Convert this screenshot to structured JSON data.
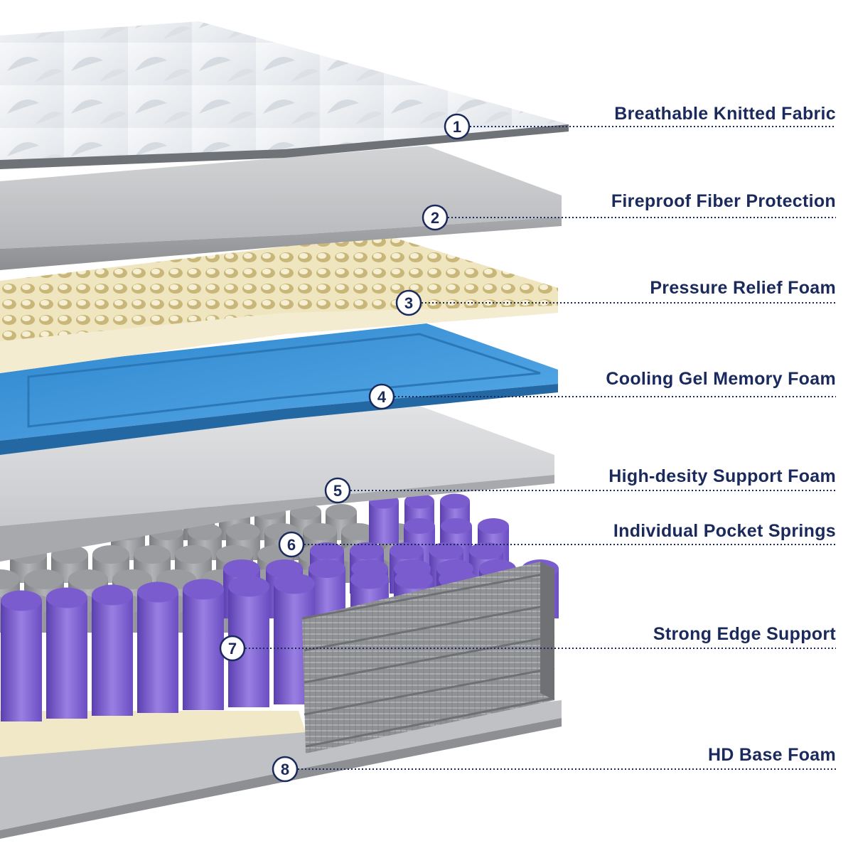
{
  "colors": {
    "label_text": "#1b2a5c",
    "badge_stroke": "#1b2a5c",
    "leader_line": "#1b2a5c",
    "fabric": "#eef1f4",
    "fiber": "#cfd0d2",
    "pressure_foam": "#efe6c2",
    "gel_foam": "#3d94d6",
    "support_foam": "#d9dadc",
    "springs_gray": "#9a9ca0",
    "springs_purple": "#7a5ccf",
    "edge_support": "#8e9094",
    "base_foam": "#c4c6c9"
  },
  "layers": [
    {
      "number": "1",
      "label": "Breathable Knitted Fabric"
    },
    {
      "number": "2",
      "label": "Fireproof Fiber Protection"
    },
    {
      "number": "3",
      "label": "Pressure Relief Foam"
    },
    {
      "number": "4",
      "label": "Cooling Gel Memory Foam"
    },
    {
      "number": "5",
      "label": "High-desity Support Foam"
    },
    {
      "number": "6",
      "label": "Individual Pocket Springs"
    },
    {
      "number": "7",
      "label": "Strong Edge Support"
    },
    {
      "number": "8",
      "label": "HD Base Foam"
    }
  ]
}
